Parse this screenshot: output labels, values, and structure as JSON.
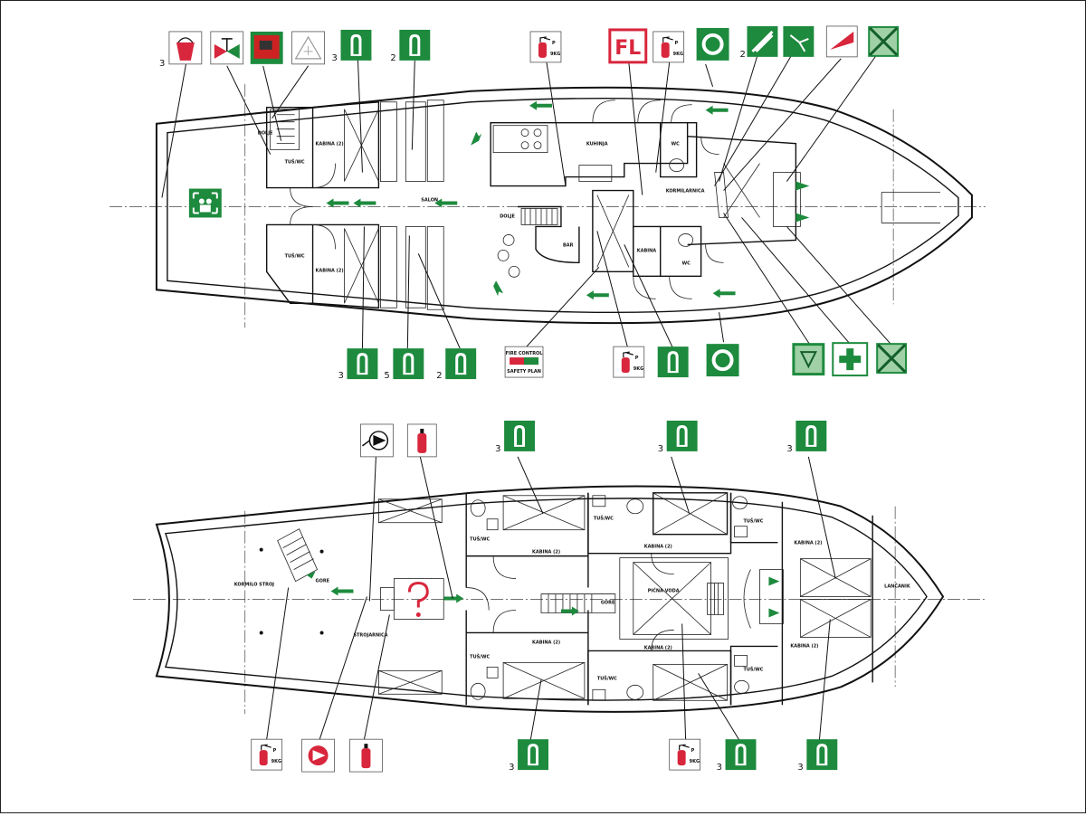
{
  "upper_deck": {
    "room_labels": [
      "KABINA (2)",
      "KABINA (2)",
      "SALON",
      "KUHINJA",
      "WC",
      "KORMILARNICA",
      "BAR",
      "KABINA",
      "WC",
      "TUŠ/WC",
      "TUŠ/WC",
      "DOLJE",
      "DOLJE"
    ],
    "icon_counts": {
      "bucket": "3",
      "lifejacket_top_left": "3",
      "lifejacket_top_mid": "2",
      "flares": "2",
      "lifejacket_bottom_1": "3",
      "lifejacket_bottom_2": "5",
      "lifejacket_bottom_3": "2"
    },
    "fire_control_top": "FIRE CONTROL",
    "fire_control_bottom": "SAFETY PLAN",
    "fl_mark": "FL",
    "extinguisher_p": "P",
    "extinguisher_kg": "9KG"
  },
  "lower_deck": {
    "room_labels": [
      "KORMILO STROJ",
      "STROJARNICA",
      "GORE",
      "GORE",
      "PIĆNA VODA",
      "LANČANIK",
      "KABINA (2)",
      "KABINA (2)",
      "KABINA (2)",
      "KABINA (2)",
      "KABINA (2)",
      "KABINA (2)",
      "TUŠ/WC",
      "TUŠ/WC",
      "TUŠ/WC",
      "TUŠ/WC",
      "TUŠ/WC",
      "TUŠ/WC"
    ],
    "icon_counts": {
      "lj_top_1": "3",
      "lj_top_2": "3",
      "lj_top_3": "3",
      "lj_bot_1": "3",
      "lj_bot_2": "3",
      "lj_bot_3": "3"
    },
    "extinguisher_p": "P",
    "extinguisher_kg": "9KG"
  },
  "colors": {
    "safety_green": "#1d8a3d",
    "fire_red": "#d8263c",
    "line": "#111111"
  }
}
